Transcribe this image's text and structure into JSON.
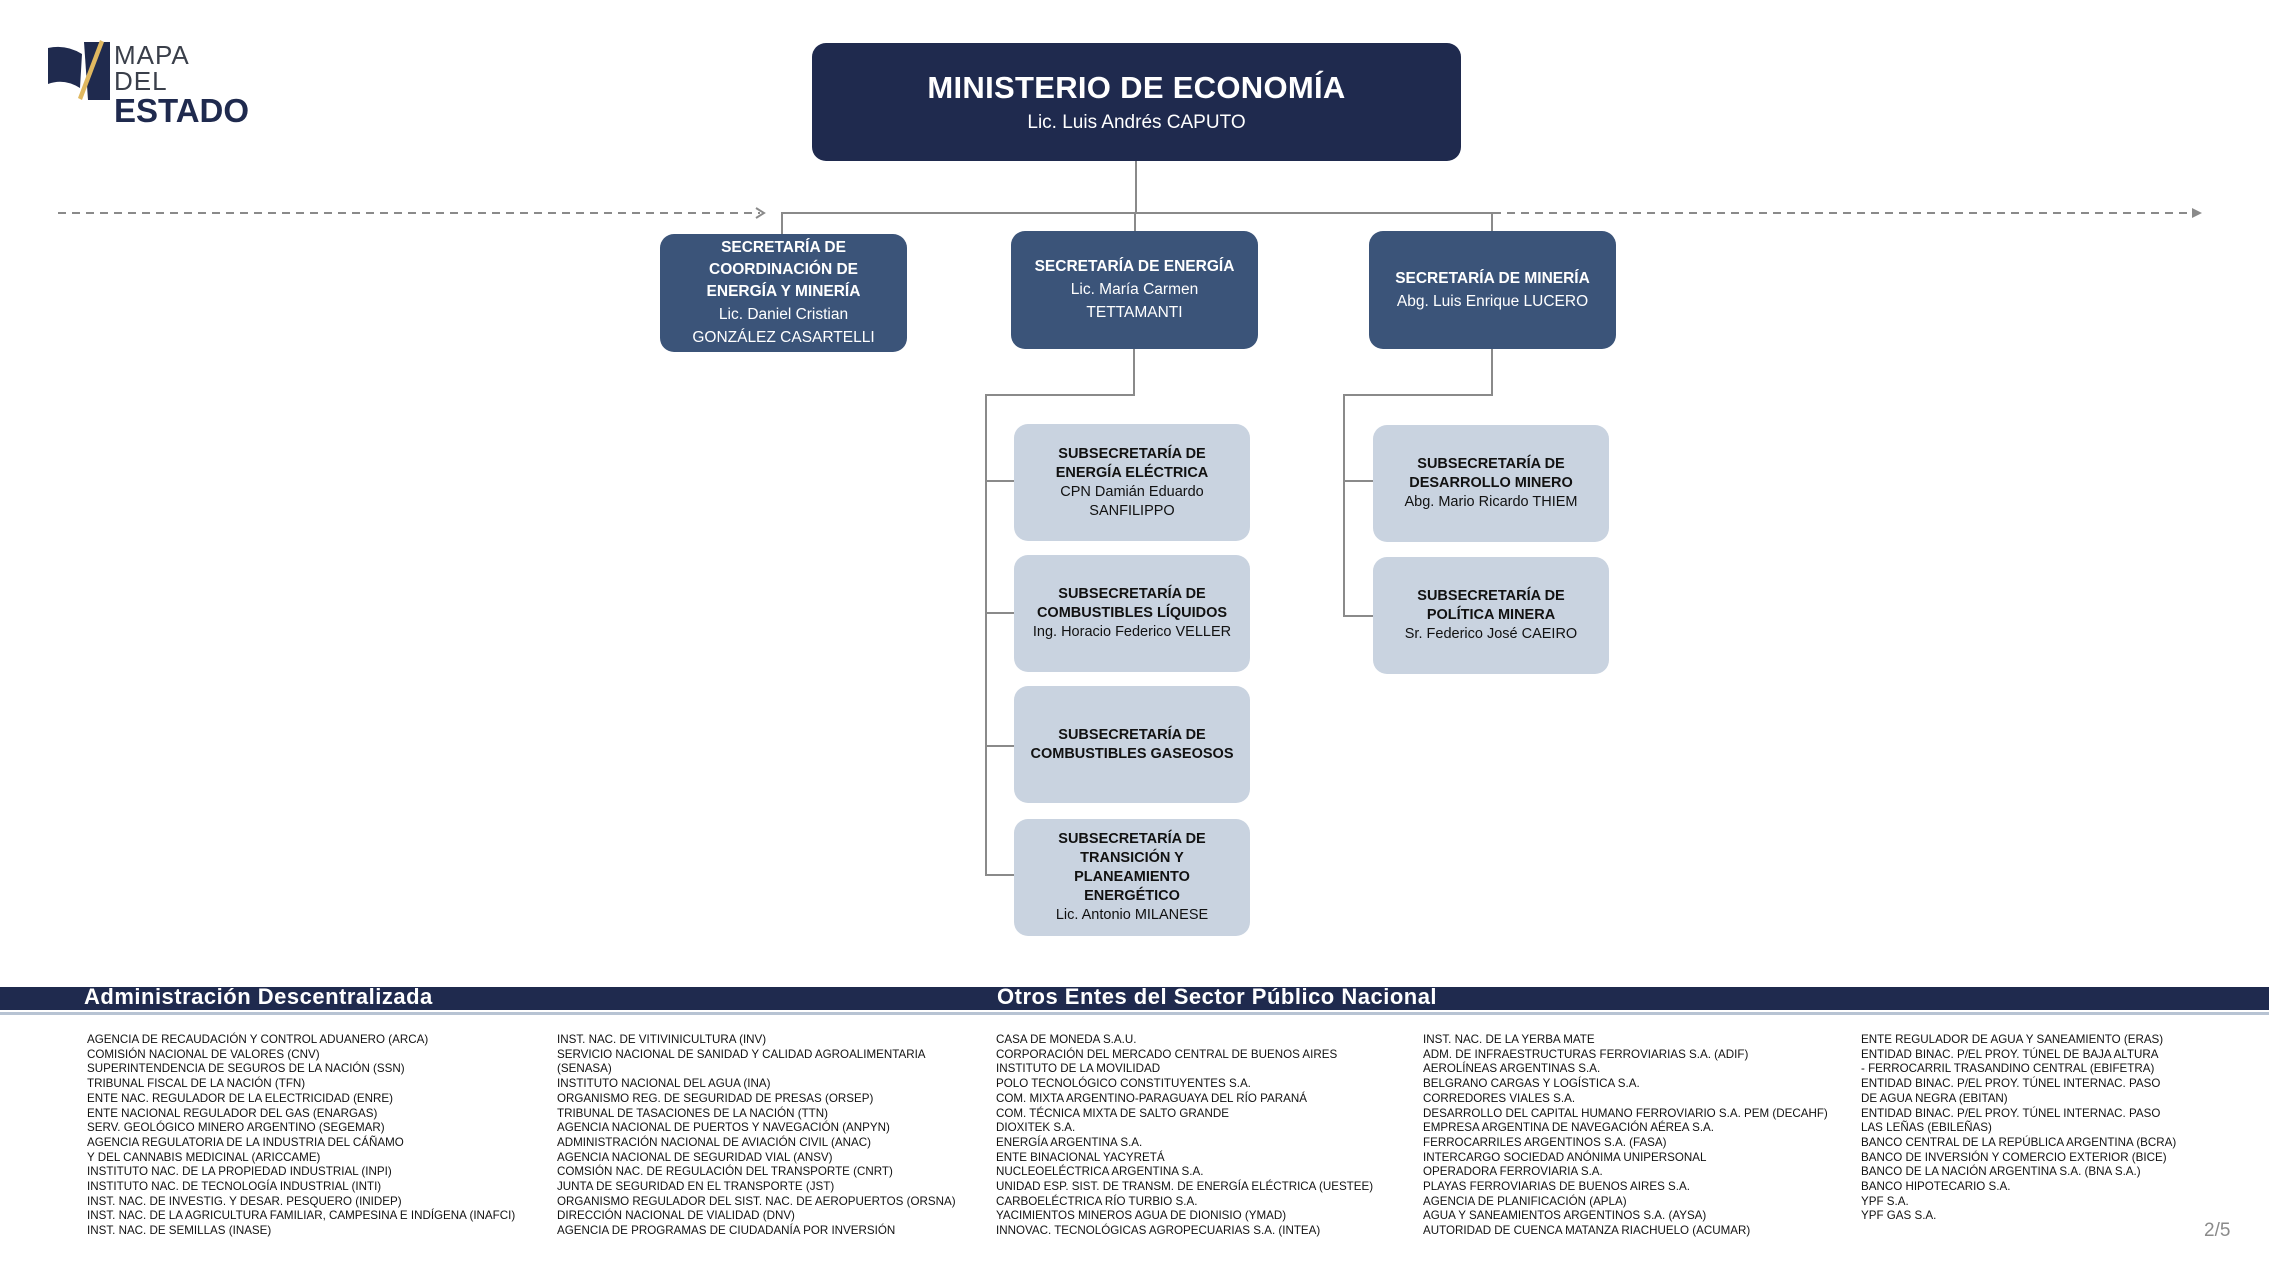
{
  "logo": {
    "line1": "MAPA DEL",
    "line2": "ESTADO",
    "colors": {
      "navy": "#1f2a4e",
      "gold": "#e0b860"
    }
  },
  "ministry": {
    "title": "MINISTERIO DE ECONOMÍA",
    "head": "Lic. Luis Andrés CAPUTO"
  },
  "secretariats": [
    {
      "title_lines": [
        "SECRETARÍA DE",
        "COORDINACIÓN DE",
        "ENERGÍA Y MINERÍA"
      ],
      "head_lines": [
        "Lic. Daniel Cristian",
        "GONZÁLEZ CASARTELLI"
      ]
    },
    {
      "title_lines": [
        "SECRETARÍA DE ENERGÍA"
      ],
      "head_lines": [
        "Lic. María Carmen",
        "TETTAMANTI"
      ]
    },
    {
      "title_lines": [
        "SECRETARÍA DE MINERÍA"
      ],
      "head_lines": [
        "Abg. Luis Enrique LUCERO"
      ]
    }
  ],
  "energy_subs": [
    {
      "title_lines": [
        "SUBSECRETARÍA DE",
        "ENERGÍA ELÉCTRICA"
      ],
      "head_lines": [
        "CPN Damián Eduardo",
        "SANFILIPPO"
      ]
    },
    {
      "title_lines": [
        "SUBSECRETARÍA DE",
        "COMBUSTIBLES LÍQUIDOS"
      ],
      "head_lines": [
        "Ing. Horacio Federico VELLER"
      ]
    },
    {
      "title_lines": [
        "SUBSECRETARÍA DE",
        "COMBUSTIBLES GASEOSOS"
      ],
      "head_lines": []
    },
    {
      "title_lines": [
        "SUBSECRETARÍA DE",
        "TRANSICIÓN Y",
        "PLANEAMIENTO",
        "ENERGÉTICO"
      ],
      "head_lines": [
        "Lic. Antonio MILANESE"
      ]
    }
  ],
  "mining_subs": [
    {
      "title_lines": [
        "SUBSECRETARÍA DE",
        "DESARROLLO MINERO"
      ],
      "head_lines": [
        "Abg. Mario Ricardo THIEM"
      ]
    },
    {
      "title_lines": [
        "SUBSECRETARÍA DE",
        "POLÍTICA MINERA"
      ],
      "head_lines": [
        "Sr. Federico José CAEIRO"
      ]
    }
  ],
  "bottom": {
    "heading_left": "Administración Descentralizada",
    "heading_right": "Otros Entes del Sector Público Nacional",
    "columns": [
      [
        "AGENCIA DE RECAUDACIÓN Y CONTROL ADUANERO (ARCA)",
        "COMISIÓN NACIONAL DE VALORES (CNV)",
        "SUPERINTENDENCIA DE SEGUROS DE LA NACIÓN (SSN)",
        "TRIBUNAL FISCAL DE LA NACIÓN (TFN)",
        "ENTE NAC. REGULADOR DE LA ELECTRICIDAD (ENRE)",
        "ENTE NACIONAL REGULADOR DEL GAS (ENARGAS)",
        "SERV. GEOLÓGICO MINERO ARGENTINO (SEGEMAR)",
        "AGENCIA REGULATORIA DE LA INDUSTRIA DEL CÁÑAMO",
        "Y DEL CANNABIS MEDICINAL (ARICCAME)",
        "INSTITUTO NAC. DE LA PROPIEDAD INDUSTRIAL (INPI)",
        "INSTITUTO NAC. DE TECNOLOGÍA INDUSTRIAL (INTI)",
        "INST. NAC. DE INVESTIG. Y DESAR. PESQUERO (INIDEP)",
        "INST. NAC. DE LA AGRICULTURA FAMILIAR, CAMPESINA E INDÍGENA (INAFCI)",
        "INST. NAC. DE SEMILLAS (INASE)"
      ],
      [
        "INST. NAC. DE VITIVINICULTURA (INV)",
        "SERVICIO NACIONAL DE SANIDAD Y CALIDAD AGROALIMENTARIA",
        "(SENASA)",
        "INSTITUTO NACIONAL DEL AGUA (INA)",
        "ORGANISMO REG. DE SEGURIDAD DE PRESAS (ORSEP)",
        "TRIBUNAL DE TASACIONES DE LA NACIÓN (TTN)",
        "AGENCIA NACIONAL DE PUERTOS Y NAVEGACIÓN (ANPYN)",
        "ADMINISTRACIÓN NACIONAL DE AVIACIÓN CIVIL (ANAC)",
        "AGENCIA NACIONAL DE SEGURIDAD VIAL (ANSV)",
        "COMSIÓN NAC. DE REGULACIÓN DEL TRANSPORTE (CNRT)",
        "JUNTA DE SEGURIDAD EN EL TRANSPORTE (JST)",
        "ORGANISMO REGULADOR DEL SIST. NAC. DE AEROPUERTOS (ORSNA)",
        "DIRECCIÓN NACIONAL DE VIALIDAD (DNV)",
        "AGENCIA DE PROGRAMAS DE CIUDADANÍA POR INVERSIÓN"
      ],
      [
        "CASA DE MONEDA S.A.U.",
        "CORPORACIÓN DEL MERCADO CENTRAL DE BUENOS AIRES",
        "INSTITUTO DE LA MOVILIDAD",
        "POLO TECNOLÓGICO CONSTITUYENTES S.A.",
        "COM. MIXTA ARGENTINO-PARAGUAYA DEL RÍO PARANÁ",
        "COM. TÉCNICA MIXTA DE SALTO GRANDE",
        "DIOXITEK S.A.",
        "ENERGÍA ARGENTINA S.A.",
        "ENTE BINACIONAL YACYRETÁ",
        "NUCLEOELÉCTRICA ARGENTINA S.A.",
        "UNIDAD ESP. SIST. DE TRANSM. DE ENERGÍA ELÉCTRICA (UESTEE)",
        "CARBOELÉCTRICA RÍO TURBIO S.A.",
        "YACIMIENTOS MINEROS AGUA DE DIONISIO (YMAD)",
        "INNOVAC. TECNOLÓGICAS AGROPECUARIAS S.A. (INTEA)"
      ],
      [
        "INST. NAC. DE LA YERBA MATE",
        "ADM. DE INFRAESTRUCTURAS FERROVIARIAS S.A. (ADIF)",
        "AEROLÍNEAS ARGENTINAS S.A.",
        "BELGRANO CARGAS Y LOGÍSTICA S.A.",
        "CORREDORES VIALES S.A.",
        "DESARROLLO DEL CAPITAL HUMANO FERROVIARIO S.A. PEM (DECAHF)",
        "EMPRESA ARGENTINA DE NAVEGACIÓN AÉREA S.A.",
        "FERROCARRILES ARGENTINOS S.A. (FASA)",
        "INTERCARGO SOCIEDAD ANÓNIMA UNIPERSONAL",
        "OPERADORA FERROVIARIA S.A.",
        "PLAYAS FERROVIARIAS DE BUENOS AIRES S.A.",
        "AGENCIA DE PLANIFICACIÓN (APLA)",
        "AGUA Y SANEAMIENTOS ARGENTINOS S.A. (AYSA)",
        "AUTORIDAD DE CUENCA MATANZA RIACHUELO (ACUMAR)"
      ],
      [
        "ENTE REGULADOR DE AGUA Y SANEAMIENTO (ERAS)",
        "ENTIDAD BINAC. P/EL PROY. TÚNEL DE BAJA ALTURA",
        "- FERROCARRIL TRASANDINO CENTRAL (EBIFETRA)",
        "ENTIDAD BINAC. P/EL PROY. TÚNEL INTERNAC. PASO",
        "DE AGUA NEGRA (EBITAN)",
        "ENTIDAD BINAC. P/EL PROY. TÚNEL INTERNAC. PASO",
        "LAS LEÑAS (EBILEÑAS)",
        "BANCO CENTRAL DE LA REPÚBLICA ARGENTINA (BCRA)",
        "BANCO DE INVERSIÓN Y COMERCIO EXTERIOR (BICE)",
        "BANCO DE LA NACIÓN ARGENTINA S.A. (BNA S.A.)",
        "BANCO HIPOTECARIO S.A.",
        "YPF S.A.",
        "YPF GAS S.A."
      ]
    ]
  },
  "page_number": "2/5",
  "colors": {
    "ministry": "#1f2a4e",
    "secretariat": "#3b5479",
    "subsecretariat": "#c9d3e0",
    "connector": "#8a8a8a"
  }
}
